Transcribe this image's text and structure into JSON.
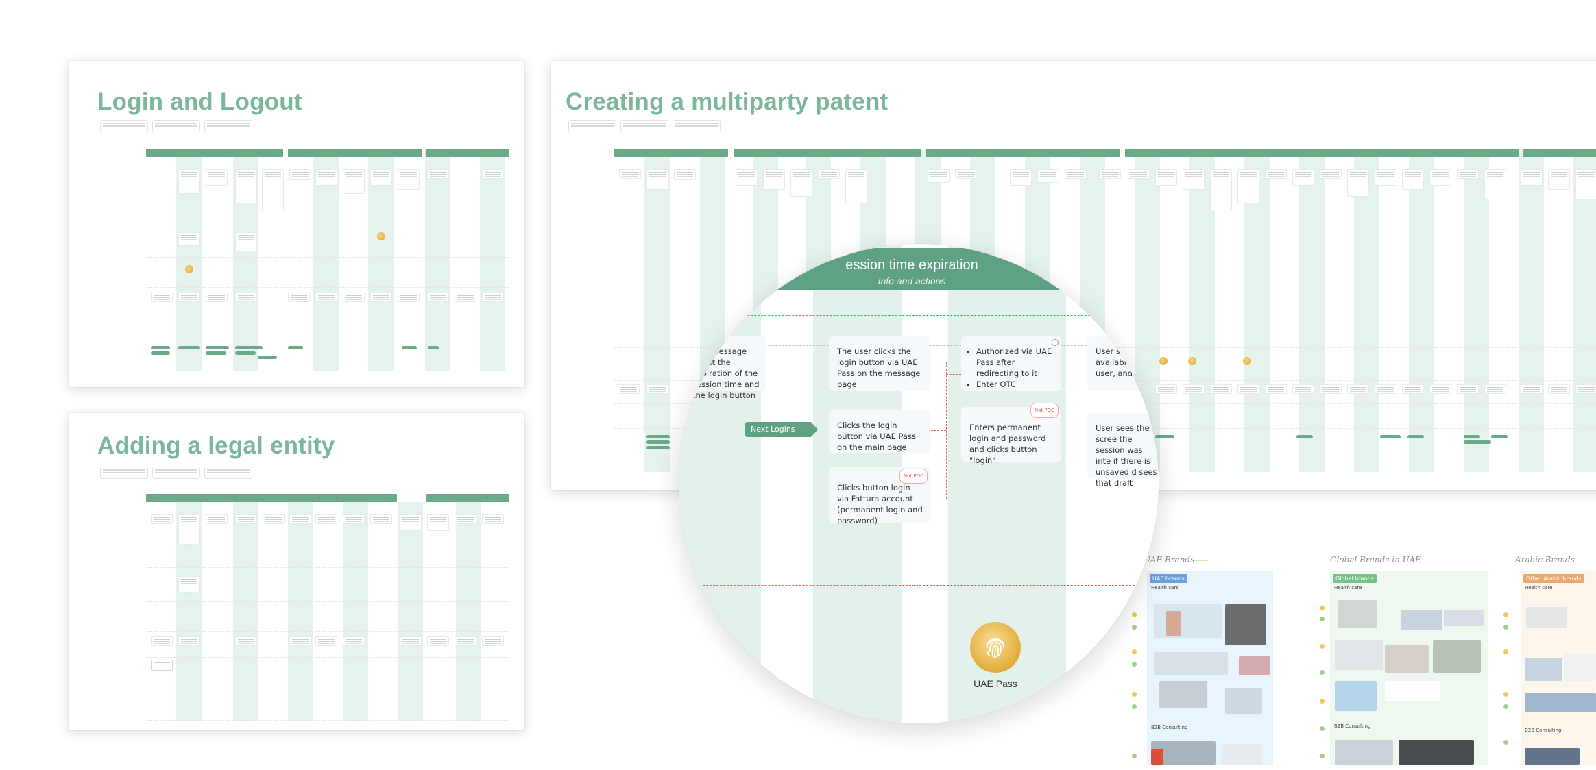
{
  "boards": {
    "login": {
      "title": "Login and Logout"
    },
    "legal": {
      "title": "Adding a legal entity"
    },
    "patent": {
      "title": "Creating a multiparty patent"
    }
  },
  "magnifier": {
    "header_title": "ession time expiration",
    "header_sub": "Info and actions",
    "card_message": "es a message about the expiration of the session time and the login button",
    "card_click_uae_message": "The user clicks the login button via UAE Pass on the message page",
    "card_authorized": [
      "Authorized via UAE Pass after redirecting to it",
      "Enter OTC"
    ],
    "card_user_sees": "User sees available to user, and the",
    "next_logins": "Next Logins",
    "card_click_uae_main": "Clicks the login button via UAE Pass on the main page",
    "card_permanent": "Enters permanent login and password and clicks button \"login\"",
    "card_user_screen": "User sees the scree the session was inte if there is unsaved d sees that draft",
    "card_fattura": "Clicks button login via Fattura account (permanent login and password)",
    "badge_not_poc": "Not POC",
    "uae_pass_label": "UAE Pass"
  },
  "brands": {
    "uae_title": "UAE Brands",
    "uae_tag": "UAE brands",
    "global_title": "Global Brands in UAE",
    "global_tag": "Global brands",
    "arabic_title": "Arabic Brands",
    "arabic_tag": "Other Arabic brands",
    "health_care": "Health care",
    "b2b": "B2B Consulting"
  },
  "colors": {
    "accent_green": "#5fa283",
    "stripe": "#e4f1ea",
    "title_green": "#7cb79d",
    "danger": "#e25d5d",
    "uae_panel": "#eaf4fd",
    "global_panel": "#eef8ef",
    "arabic_panel": "#fcf6ec"
  }
}
